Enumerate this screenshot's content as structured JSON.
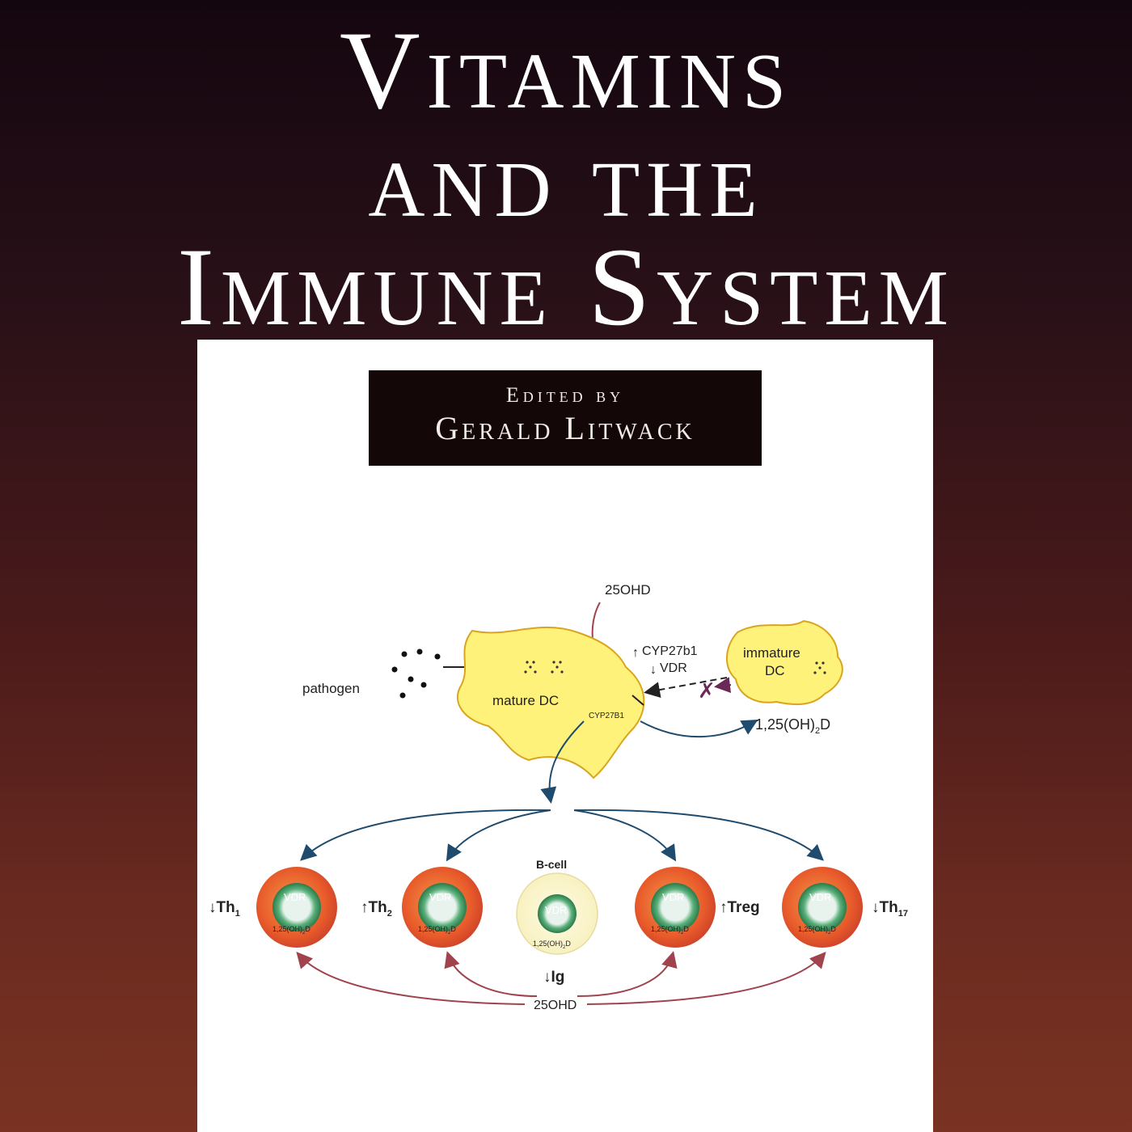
{
  "cover": {
    "title_lines": [
      "Vitamins",
      "and the",
      "Immune System"
    ],
    "edited_by": "Edited by",
    "editor": "Gerald Litwack"
  },
  "diagram": {
    "top_25ohd": "25OHD",
    "pathogen": "pathogen",
    "mature_dc": "mature DC",
    "cyp_small": "CYP27B1",
    "cyp_arrow": "CYP27b1",
    "vdr_arrow": "VDR",
    "immature": "immature",
    "dc": "DC",
    "output_125": "1,25(OH)",
    "output_sub": "2",
    "output_suffix": "D",
    "vdr": "VDR",
    "cell_inner": "1,25(OH)",
    "cell_inner_sub": "2",
    "cell_inner_suffix": "D",
    "b_cell": "B-cell",
    "ig": "Ig",
    "bottom_25ohd": "25OHD",
    "th1": "Th",
    "th1_sub": "1",
    "th2": "Th",
    "th2_sub": "2",
    "treg": "Treg",
    "th17": "Th",
    "th17_sub": "17"
  },
  "colors": {
    "dc_fill": "#fff27a",
    "dc_stroke": "#d9a520",
    "cell_outer": "#e8582a",
    "cell_ring": "#3a9a5a",
    "arrow_blue": "#1f4c6e",
    "arrow_red": "#a0434d"
  }
}
